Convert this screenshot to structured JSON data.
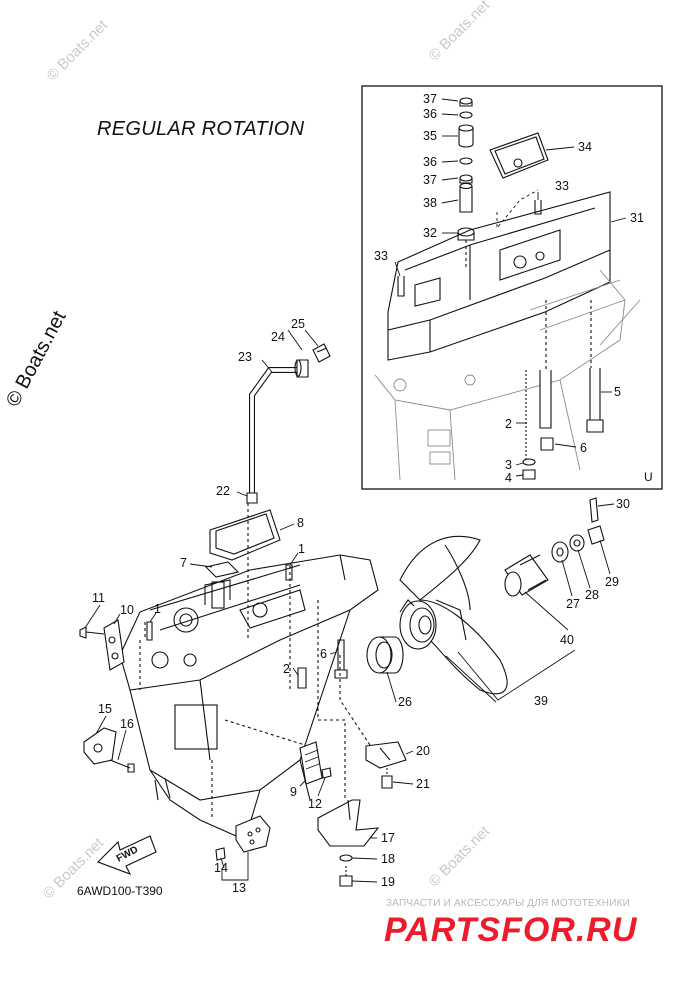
{
  "title": "REGULAR ROTATION",
  "part_code": "6AWD100-T390",
  "variant_mark": "U",
  "fwd_label": "FWD",
  "watermarks": {
    "main": "© Boats.net",
    "faint": "© Boats.net"
  },
  "shop": {
    "tagline": "ЗАПЧАСТИ И АКСЕССУАРЫ ДЛЯ МОТОТЕХНИКИ",
    "logo": "PARTSFOR.RU",
    "logo_color": "#ee1b2b"
  },
  "callouts": [
    {
      "id": "lbl-37a",
      "text": "37"
    },
    {
      "id": "lbl-36a",
      "text": "36"
    },
    {
      "id": "lbl-35",
      "text": "35"
    },
    {
      "id": "lbl-36b",
      "text": "36"
    },
    {
      "id": "lbl-37b",
      "text": "37"
    },
    {
      "id": "lbl-38",
      "text": "38"
    },
    {
      "id": "lbl-32",
      "text": "32"
    },
    {
      "id": "lbl-34",
      "text": "34"
    },
    {
      "id": "lbl-33a",
      "text": "33"
    },
    {
      "id": "lbl-31",
      "text": "31"
    },
    {
      "id": "lbl-33b",
      "text": "33"
    },
    {
      "id": "lbl-5",
      "text": "5"
    },
    {
      "id": "lbl-2a",
      "text": "2"
    },
    {
      "id": "lbl-6a",
      "text": "6"
    },
    {
      "id": "lbl-3",
      "text": "3"
    },
    {
      "id": "lbl-4",
      "text": "4"
    },
    {
      "id": "lbl-25",
      "text": "25"
    },
    {
      "id": "lbl-24",
      "text": "24"
    },
    {
      "id": "lbl-23",
      "text": "23"
    },
    {
      "id": "lbl-22",
      "text": "22"
    },
    {
      "id": "lbl-8",
      "text": "8"
    },
    {
      "id": "lbl-7",
      "text": "7"
    },
    {
      "id": "lbl-1a",
      "text": "1"
    },
    {
      "id": "lbl-11",
      "text": "11"
    },
    {
      "id": "lbl-10",
      "text": "10"
    },
    {
      "id": "lbl-1b",
      "text": "1"
    },
    {
      "id": "lbl-2b",
      "text": "2"
    },
    {
      "id": "lbl-6b",
      "text": "6"
    },
    {
      "id": "lbl-30",
      "text": "30"
    },
    {
      "id": "lbl-27",
      "text": "27"
    },
    {
      "id": "lbl-28",
      "text": "28"
    },
    {
      "id": "lbl-29",
      "text": "29"
    },
    {
      "id": "lbl-40",
      "text": "40"
    },
    {
      "id": "lbl-26",
      "text": "26"
    },
    {
      "id": "lbl-39",
      "text": "39"
    },
    {
      "id": "lbl-15",
      "text": "15"
    },
    {
      "id": "lbl-16",
      "text": "16"
    },
    {
      "id": "lbl-20",
      "text": "20"
    },
    {
      "id": "lbl-21",
      "text": "21"
    },
    {
      "id": "lbl-9",
      "text": "9"
    },
    {
      "id": "lbl-12",
      "text": "12"
    },
    {
      "id": "lbl-17",
      "text": "17"
    },
    {
      "id": "lbl-18",
      "text": "18"
    },
    {
      "id": "lbl-19",
      "text": "19"
    },
    {
      "id": "lbl-14",
      "text": "14"
    },
    {
      "id": "lbl-13",
      "text": "13"
    }
  ]
}
